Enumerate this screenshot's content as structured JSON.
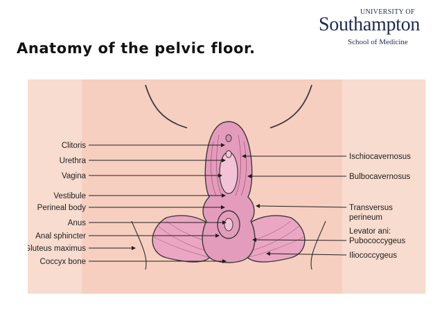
{
  "slide": {
    "title": "Anatomy of the pelvic floor."
  },
  "logo": {
    "university_of": "UNIVERSITY OF",
    "name": "Southampton",
    "school": "School of Medicine"
  },
  "figure": {
    "colors": {
      "background": "#f8dccf",
      "muscle": "#eaa6c3",
      "muscle_dark": "#d98bb0",
      "outline": "#3a3a3a"
    },
    "left_labels": [
      "Clitoris",
      "Urethra",
      "Vagina",
      "Vestibule",
      "Perineal body",
      "Anus",
      "Anal sphincter",
      "Gluteus maximus",
      "Coccyx bone"
    ],
    "right_labels": {
      "ischiocavernosus": "Ischiocavernosus",
      "bulbocavernosus": "Bulbocavernosus",
      "transversus_1": "Transversus",
      "transversus_2": "perineum",
      "levator_1": "Levator ani:",
      "levator_2": "Pubococcygeus",
      "iliococcygeus": "Iliococcygeus"
    }
  }
}
